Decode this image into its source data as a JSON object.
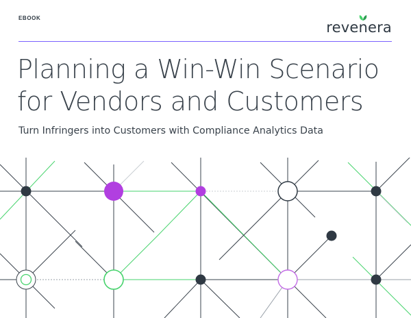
{
  "header": {
    "label": "EBOOK",
    "logo_text": "revenera"
  },
  "title": {
    "line1": "Planning a Win-Win Scenario",
    "line2": "for Vendors and Customers"
  },
  "subtitle": "Turn Infringers into Customers with Compliance Analytics Data",
  "colors": {
    "accent_purple": "#b13fe0",
    "accent_green": "#46d36c",
    "dark_node": "#2f3943",
    "rule": "#7b61ff"
  }
}
